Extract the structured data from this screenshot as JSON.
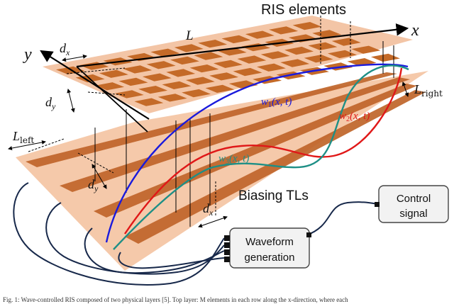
{
  "labels": {
    "ris_elements": "RIS elements",
    "biasing_tls": "Biasing TLs",
    "length_L": "L",
    "axis_x": "x",
    "axis_y": "y",
    "dx_top": "d",
    "dx_top_sub": "x",
    "dy_top": "d",
    "dy_top_sub": "y",
    "dy_bottom": "d",
    "dy_bottom_sub": "y",
    "dx_bottom": "d",
    "dx_bottom_sub": "x",
    "l_left": "L",
    "l_left_sub": "left",
    "l_right": "L",
    "l_right_sub": "right",
    "w1": "w",
    "w1_sub": "1",
    "w1_args": "(x, t)",
    "w2": "w",
    "w2_sub": "2",
    "w2_args": "(x, t)",
    "w3": "w",
    "w3_sub": "3",
    "w3_args": "(x, t)"
  },
  "boxes": {
    "control_line1": "Control",
    "control_line2": "signal",
    "waveform_line1": "Waveform",
    "waveform_line2": "generation"
  },
  "caption": "Fig. 1: Wave-controlled RIS composed of two physical layers [5]. Top layer: M elements in each row along the x-direction, where each",
  "colors": {
    "board": "#f2bf9c",
    "element": "#c46a28",
    "tl": "#c0652a",
    "w1": "#1a1adc",
    "w2": "#e01818",
    "w3": "#1e8f86",
    "cable": "#17284a",
    "box_fill": "#f2f2f2",
    "box_stroke": "#444444"
  }
}
